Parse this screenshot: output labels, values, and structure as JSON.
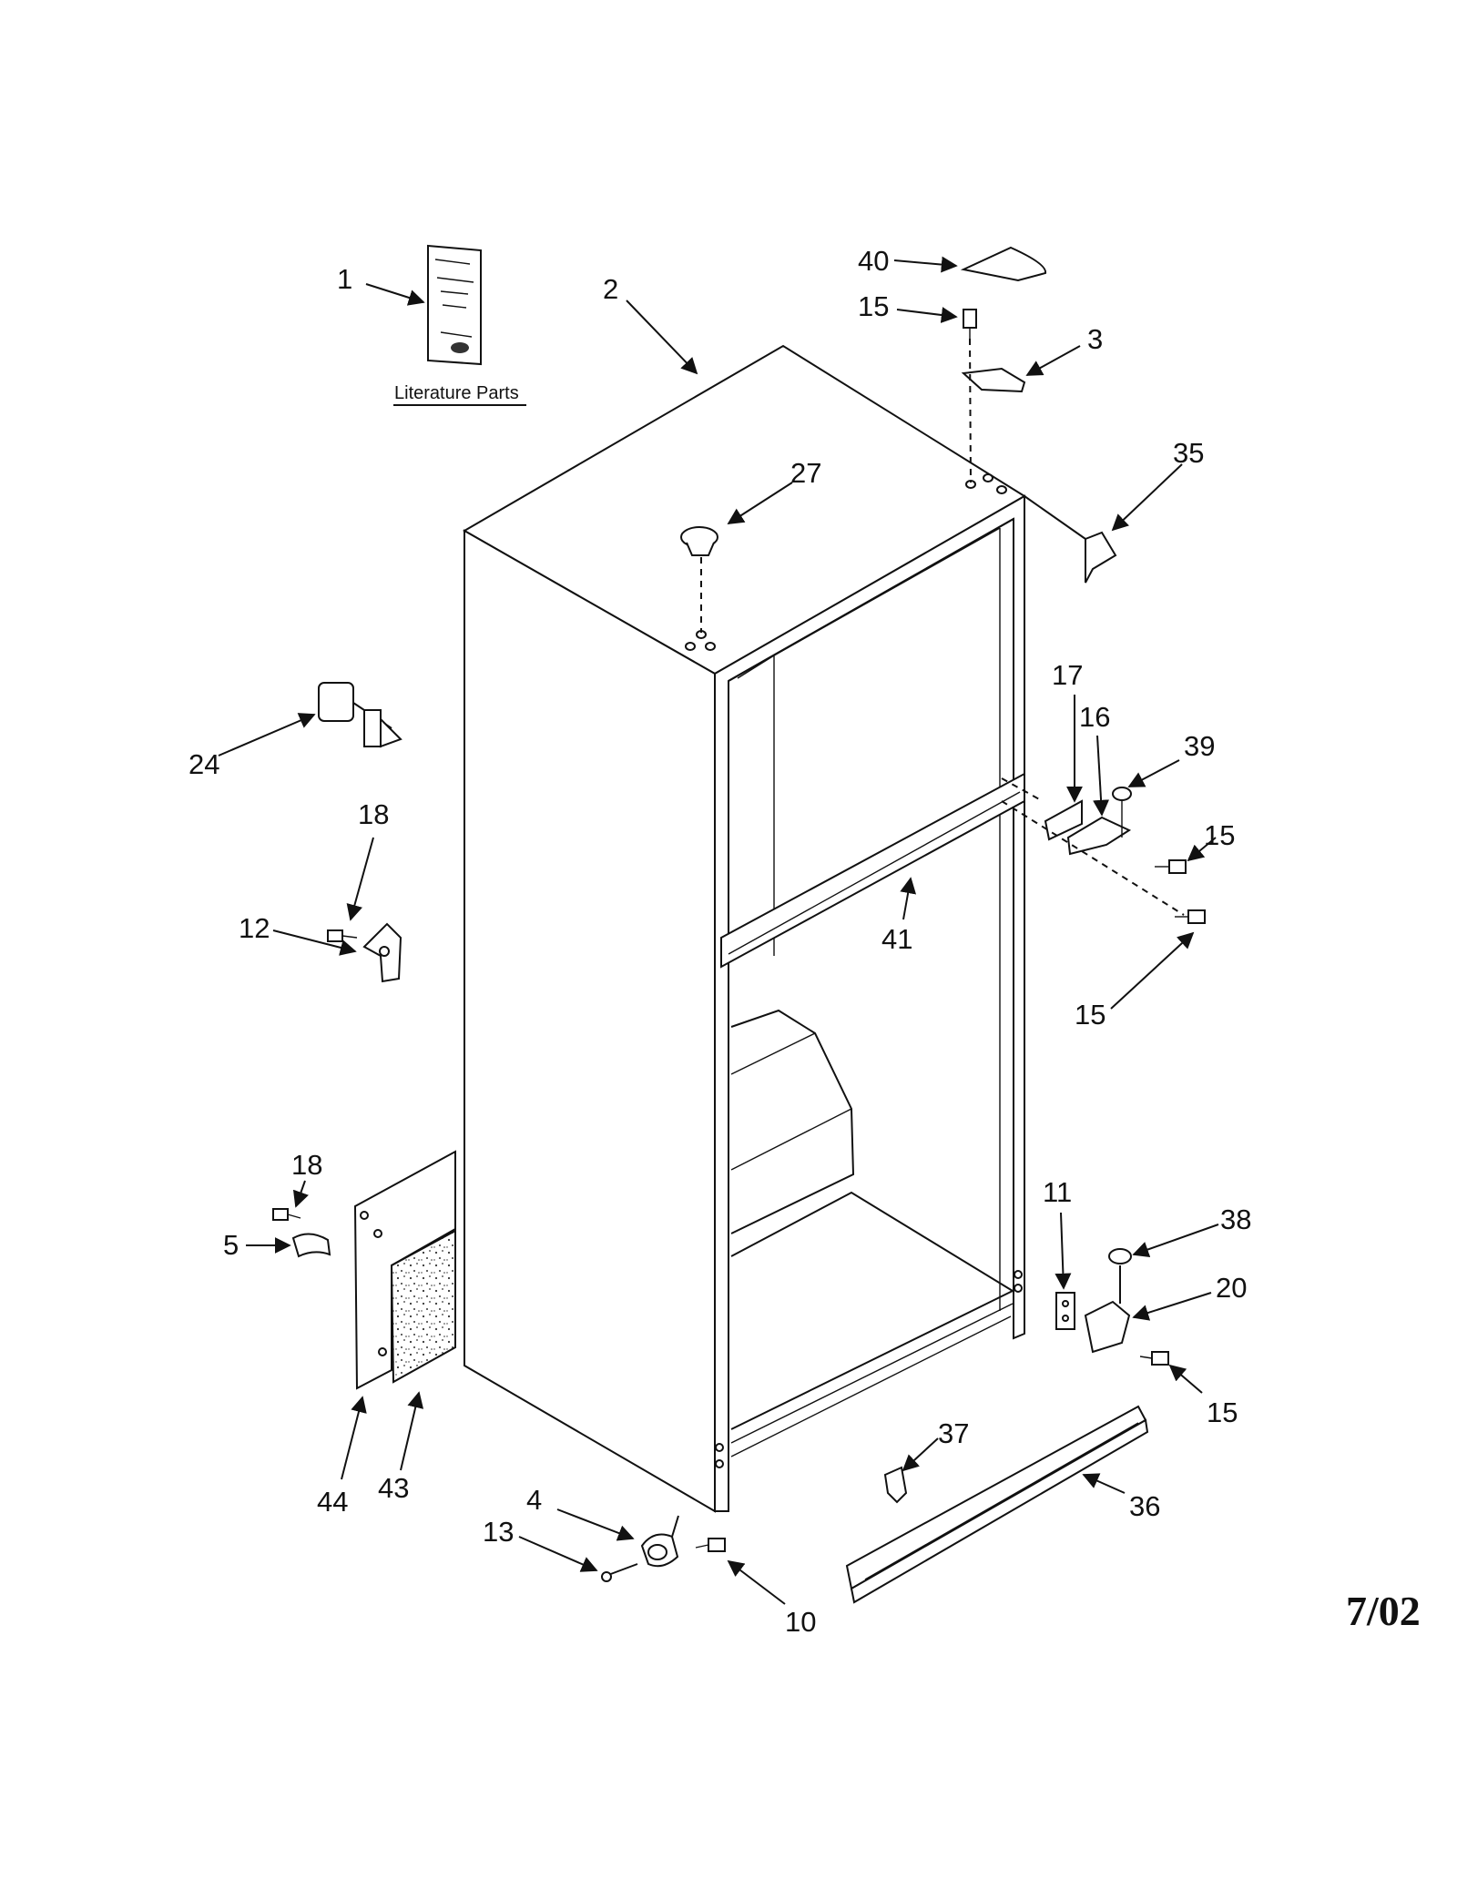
{
  "literature_caption": "Literature Parts",
  "date_code": "7/02",
  "callouts": [
    {
      "id": "c1",
      "text": "1"
    },
    {
      "id": "c2",
      "text": "2"
    },
    {
      "id": "c40",
      "text": "40"
    },
    {
      "id": "c15a",
      "text": "15"
    },
    {
      "id": "c3",
      "text": "3"
    },
    {
      "id": "c35",
      "text": "35"
    },
    {
      "id": "c27",
      "text": "27"
    },
    {
      "id": "c24",
      "text": "24"
    },
    {
      "id": "c17",
      "text": "17"
    },
    {
      "id": "c16",
      "text": "16"
    },
    {
      "id": "c39",
      "text": "39"
    },
    {
      "id": "c15b",
      "text": "15"
    },
    {
      "id": "c18a",
      "text": "18"
    },
    {
      "id": "c12",
      "text": "12"
    },
    {
      "id": "c41",
      "text": "41"
    },
    {
      "id": "c15c",
      "text": "15"
    },
    {
      "id": "c18b",
      "text": "18"
    },
    {
      "id": "c11",
      "text": "11"
    },
    {
      "id": "c38",
      "text": "38"
    },
    {
      "id": "c5",
      "text": "5"
    },
    {
      "id": "c20",
      "text": "20"
    },
    {
      "id": "c15d",
      "text": "15"
    },
    {
      "id": "c44",
      "text": "44"
    },
    {
      "id": "c43",
      "text": "43"
    },
    {
      "id": "c37",
      "text": "37"
    },
    {
      "id": "c36",
      "text": "36"
    },
    {
      "id": "c4",
      "text": "4"
    },
    {
      "id": "c13",
      "text": "13"
    },
    {
      "id": "c10",
      "text": "10"
    }
  ]
}
